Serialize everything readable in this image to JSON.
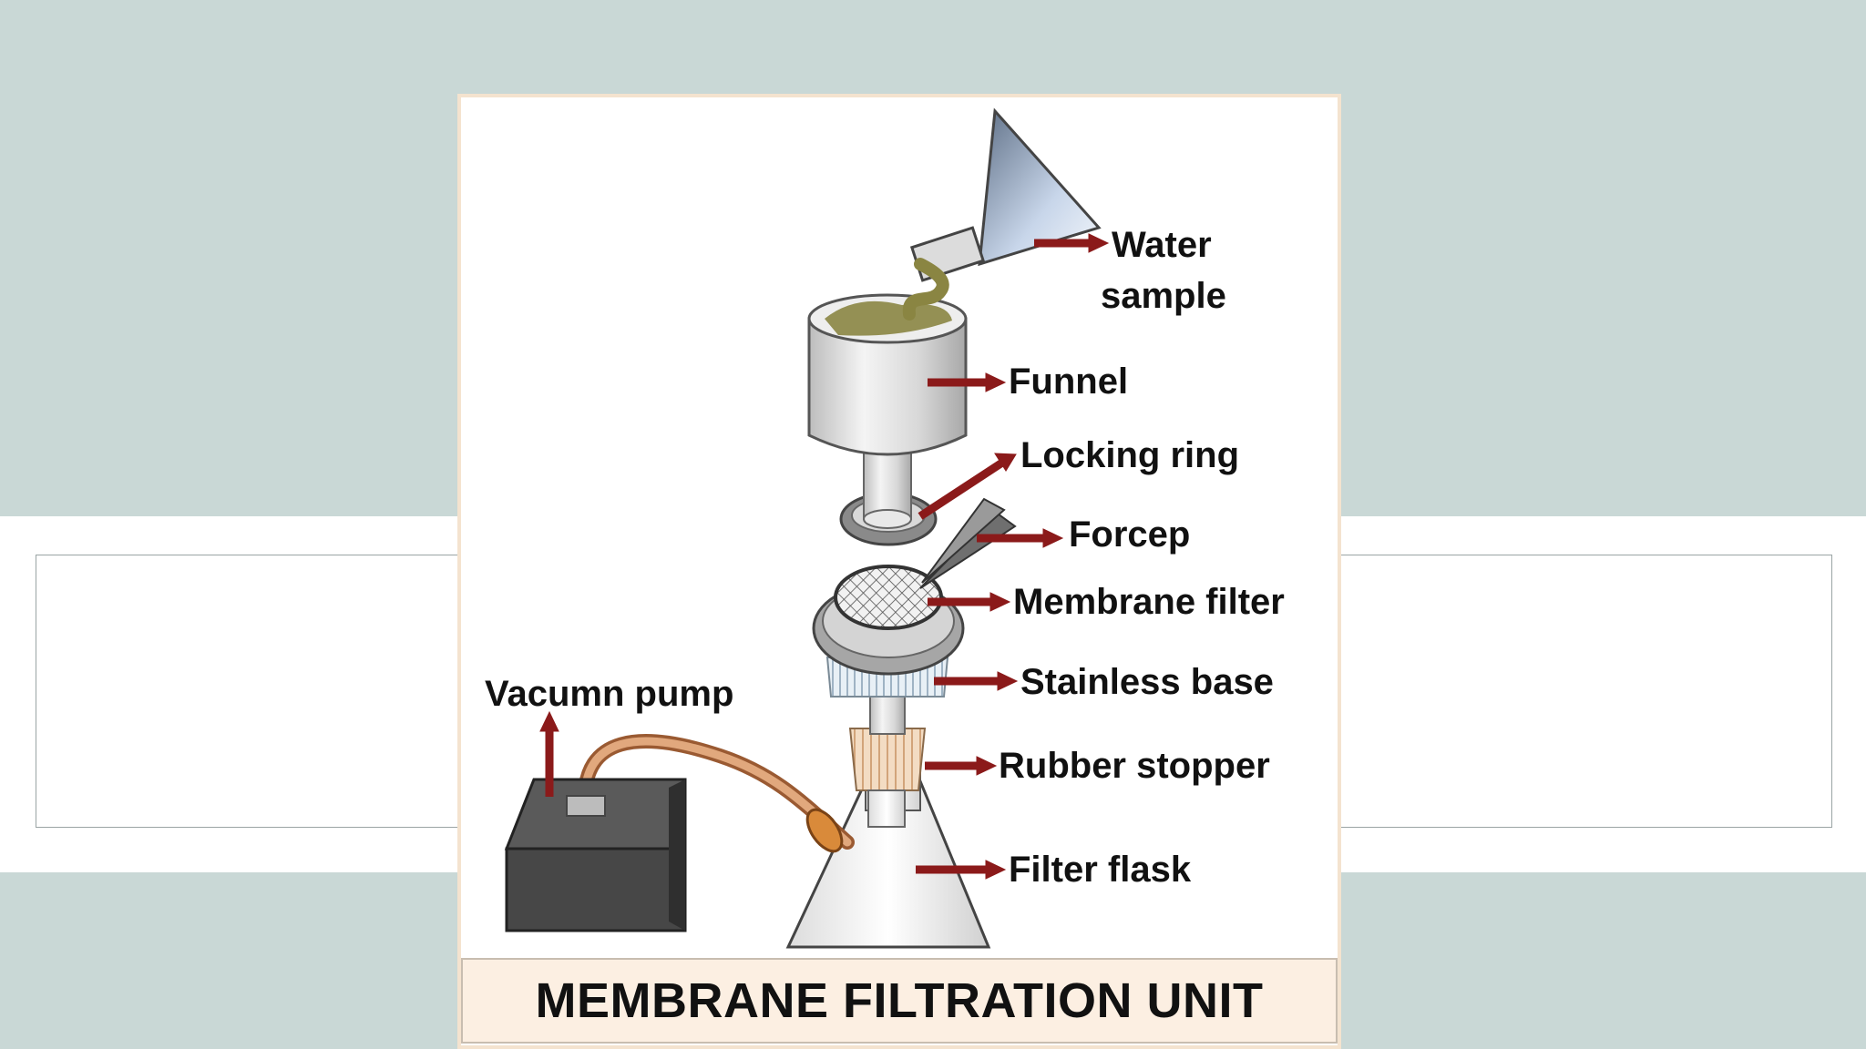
{
  "figure": {
    "title": "MEMBRANE FILTRATION UNIT",
    "labels": {
      "water_line1": "Water",
      "water_line2": "sample",
      "funnel": "Funnel",
      "locking_ring": "Locking ring",
      "forcep": "Forcep",
      "membrane_filter": "Membrane filter",
      "stainless_base": "Stainless base",
      "rubber_stopper": "Rubber stopper",
      "filter_flask": "Filter flask",
      "vacuum_pump": "Vacumn pump"
    }
  },
  "colors": {
    "background": "#c9d8d6",
    "arrow": "#8b1a1a",
    "water": "#8a8542",
    "tube": "#c9875a",
    "pump": "#444444"
  }
}
